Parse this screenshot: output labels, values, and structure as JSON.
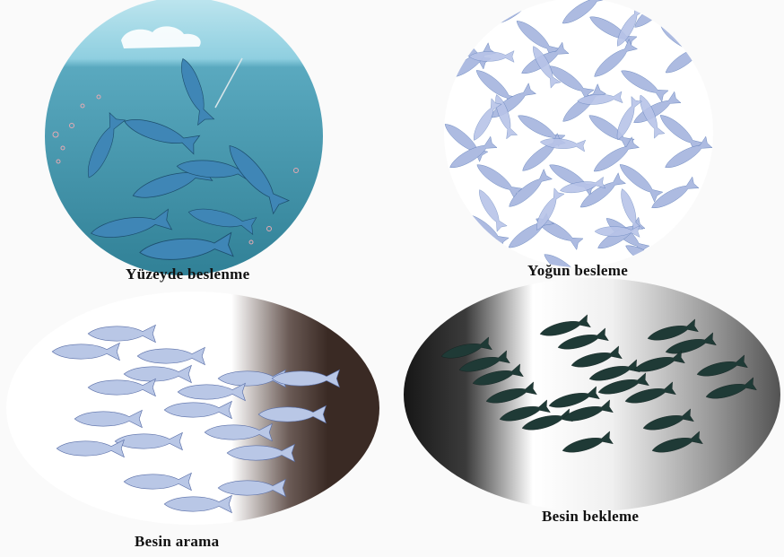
{
  "panels": [
    {
      "caption": "Yüzeyde beslenme"
    },
    {
      "caption": "Yoğun besleme"
    },
    {
      "caption": "Besin arama"
    },
    {
      "caption": "Besin bekleme"
    }
  ],
  "colors": {
    "page_bg": "#fafafa",
    "water_top": "#bfe6ef",
    "water_deep": "#2f7f95",
    "fish_blue": "#3f86b6",
    "fish_silver": "#b9c7e6",
    "fish_dark": "#1f3a36",
    "rock_brown": "#3a2a24"
  }
}
